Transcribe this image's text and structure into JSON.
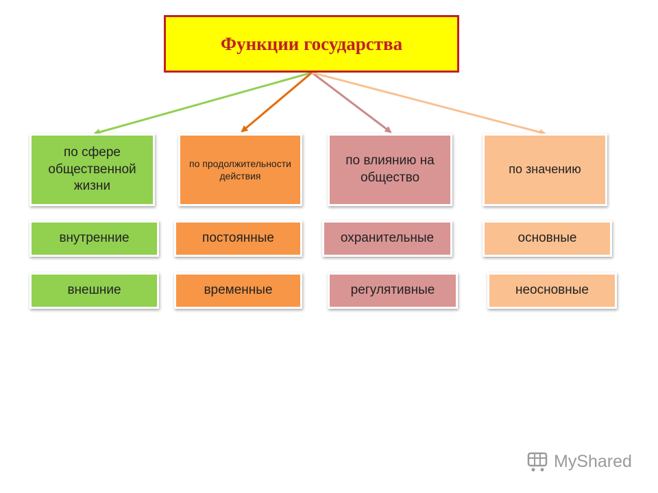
{
  "title": "Функции государства",
  "colors": {
    "title_background": "#ffff00",
    "title_text": "#c0202a",
    "green": "#92d050",
    "orange": "#f79646",
    "rose": "#d99594",
    "peach": "#fac090"
  },
  "categories": [
    {
      "label": "по сфере общественной жизни",
      "items": [
        "внутренние",
        "внешние"
      ]
    },
    {
      "label": "по продолжительности действия",
      "items": [
        "постоянные",
        "временные"
      ]
    },
    {
      "label": "по влиянию на общество",
      "items": [
        "охранительные",
        "регулятивные"
      ]
    },
    {
      "label": "по значению",
      "items": [
        "основные",
        "неосновные"
      ]
    }
  ],
  "watermark": {
    "text": "MyShared",
    "icon": "shopping-cart-icon"
  }
}
